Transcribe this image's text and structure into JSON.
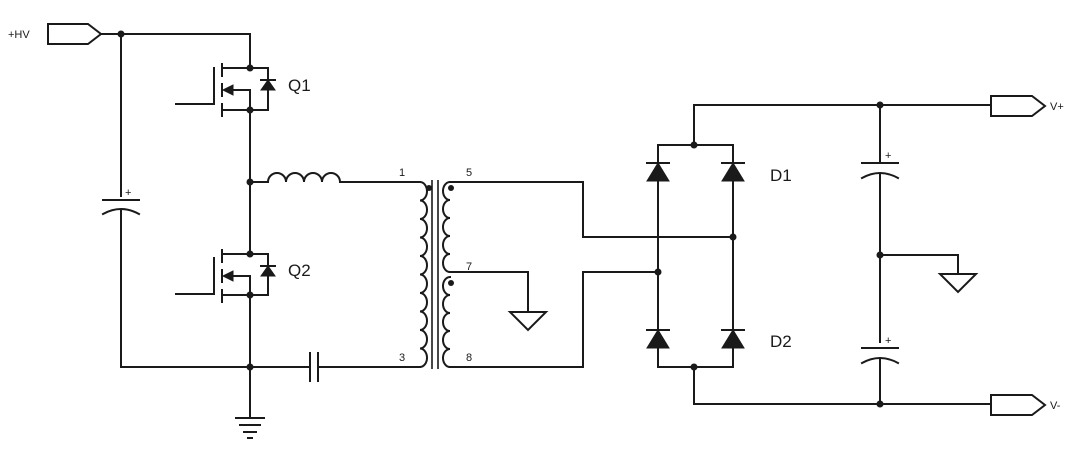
{
  "ports": {
    "hv": "+HV",
    "vplus": "V+",
    "vminus": "V-"
  },
  "components": {
    "q1": "Q1",
    "q2": "Q2",
    "d1": "D1",
    "d2": "D2"
  },
  "transformer_pins": {
    "p1": "1",
    "p3": "3",
    "p5": "5",
    "p7": "7",
    "p8": "8"
  },
  "polarity": {
    "plus": "+"
  }
}
